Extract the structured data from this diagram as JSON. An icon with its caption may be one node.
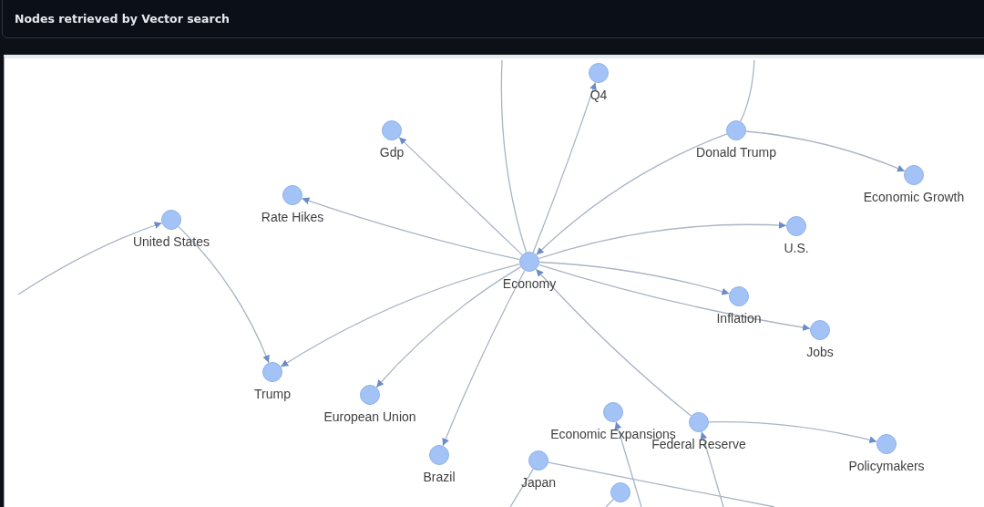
{
  "diagram": {
    "title": "Nodes retrieved by Vector search",
    "nodes": [
      {
        "text": [
          "Economy"
        ]
      },
      {
        "text": [
          "Gdp"
        ]
      },
      {
        "text": [
          "Rate Hikes"
        ]
      },
      {
        "text": [
          "United States"
        ]
      },
      {
        "text": [
          "Trump"
        ]
      },
      {
        "text": [
          "European Union"
        ]
      },
      {
        "text": [
          "Brazil"
        ]
      },
      {
        "text": [
          "Japan"
        ]
      },
      {
        "text": [
          "Economic Expansions"
        ]
      },
      {
        "text": [
          "Federal Reserve"
        ]
      },
      {
        "text": [
          "Policymakers"
        ]
      },
      {
        "text": [
          "Jobs"
        ]
      },
      {
        "text": [
          "Inflation"
        ]
      },
      {
        "text": [
          "U.S."
        ]
      },
      {
        "text": [
          "Donald Trump"
        ]
      },
      {
        "text": [
          "Economic Growth"
        ]
      },
      {
        "text": [
          "Q4"
        ]
      },
      {
        "text": [],
        "shape": "circle"
      }
    ],
    "edges": [
      {
        "from": 0,
        "to": 1,
        "arrow": "to"
      },
      {
        "from": 0,
        "to": 2,
        "arrow": "to"
      },
      {
        "from": 0,
        "to": 4,
        "arrow": "to"
      },
      {
        "from": 0,
        "to": 5,
        "arrow": "to"
      },
      {
        "from": 0,
        "to": 6,
        "arrow": "to"
      },
      {
        "from": 0,
        "to": 16,
        "arrow": "to"
      },
      {
        "from": 0,
        "to": 13,
        "arrow": "to"
      },
      {
        "from": 0,
        "to": 12,
        "arrow": "to"
      },
      {
        "from": 0,
        "to": 11,
        "arrow": "to"
      },
      {
        "from": 14,
        "to": 0,
        "arrow": "to"
      },
      {
        "from": 9,
        "to": 0,
        "arrow": "to"
      },
      {
        "from": 9,
        "to": 10,
        "arrow": "to"
      },
      {
        "from": 14,
        "to": 15,
        "arrow": "to"
      },
      {
        "from": 3,
        "to": 4,
        "arrow": "to"
      },
      {
        "from": null,
        "to": 3,
        "arrow": "to"
      },
      {
        "from": 0,
        "to": null,
        "arrow": "none"
      },
      {
        "from": 14,
        "to": null,
        "arrow": "none"
      },
      {
        "from": null,
        "to": 8,
        "arrow": "to"
      },
      {
        "from": null,
        "to": 9,
        "arrow": "to"
      },
      {
        "from": 7,
        "to": null,
        "arrow": "none"
      },
      {
        "from": null,
        "to": 7,
        "arrow": "none"
      },
      {
        "from": 17,
        "to": null,
        "arrow": "none"
      }
    ]
  }
}
